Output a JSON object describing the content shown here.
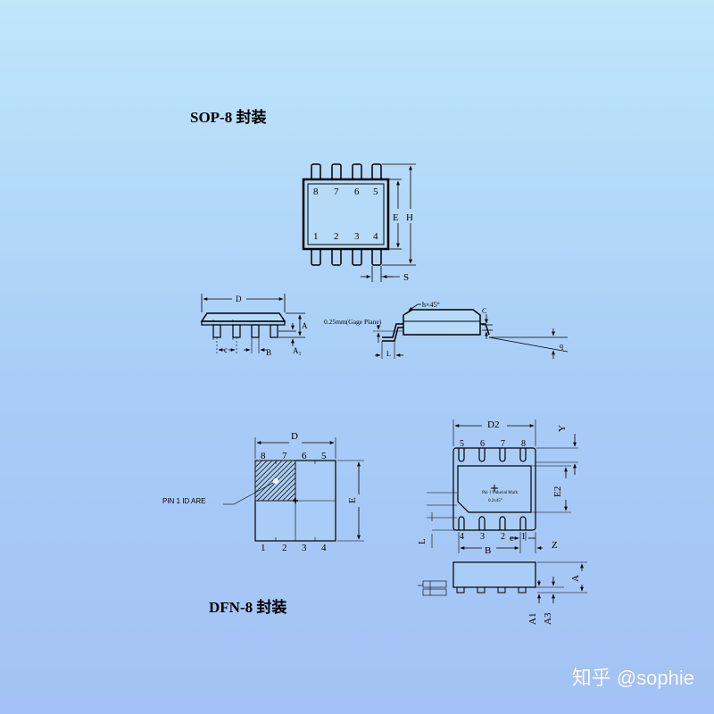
{
  "sop8": {
    "title": "SOP-8 封装",
    "top_pins": [
      "8",
      "7",
      "6",
      "5"
    ],
    "bottom_pins": [
      "1",
      "2",
      "3",
      "4"
    ],
    "dim_E": "E",
    "dim_H": "H",
    "dim_S": "S",
    "dim_D": "D",
    "dim_A": "A",
    "dim_A1": "A₁",
    "dim_c": "c",
    "dim_B": "B",
    "dim_h45": "h×45°",
    "dim_C": "C",
    "dim_L": "L",
    "dim_q": "q",
    "gage_plane": "0.25mm(Gage Plane)"
  },
  "dfn8": {
    "title": "DFN-8 封装",
    "top_pins": [
      "8",
      "7",
      "6",
      "5"
    ],
    "bottom_pins": [
      "1",
      "2",
      "3",
      "4"
    ],
    "dim_D": "D",
    "dim_E": "E",
    "pin1_label": "PIN 1 ID ARE",
    "bottom_top_pins": [
      "5",
      "6",
      "7",
      "8"
    ],
    "bottom_bottom_pins": [
      "4",
      "3",
      "2",
      "1"
    ],
    "dim_D2": "D2",
    "dim_Y": "Y",
    "dim_E2": "E2",
    "dim_L": "L",
    "dim_B": "B",
    "dim_e": "e",
    "dim_Z": "Z",
    "dim_A": "A",
    "dim_A1": "A1",
    "dim_A3": "A3",
    "fiducial": "Pin 1 Fiducial Mark",
    "chamfer": "0.2x45°"
  },
  "watermark": "知乎 @sophie"
}
